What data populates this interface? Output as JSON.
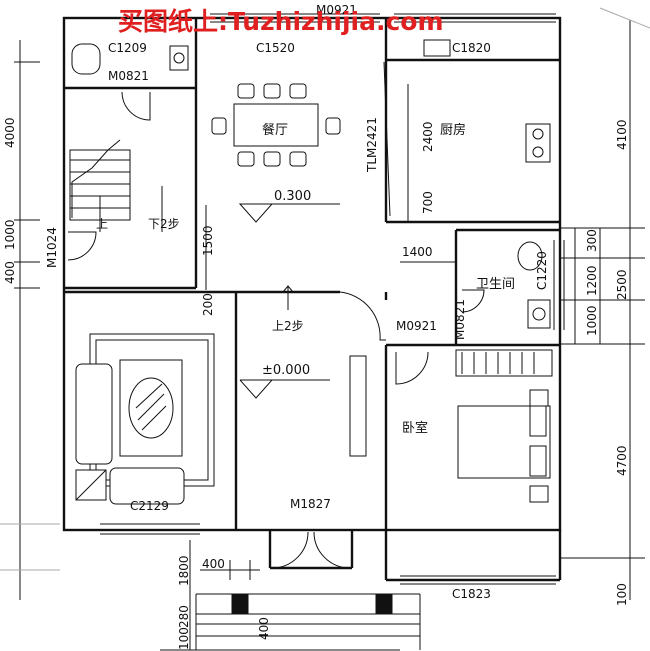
{
  "watermark": "买图纸上:Tuzhizhijia.com",
  "rooms": {
    "dining": "餐厅",
    "kitchen": "厨房",
    "bathroom": "卫生间",
    "bedroom": "卧室"
  },
  "codes": {
    "c1209": "C1209",
    "m0821_top": "M0821",
    "c1520": "C1520",
    "m0921_top": "M0921",
    "c1820": "C1820",
    "tlm2421": "TLM2421",
    "m1024": "M1024",
    "c1220": "C1220",
    "m0921_mid": "M0921",
    "m0821_bath": "M0821",
    "c2129": "C2129",
    "m1827": "M1827",
    "c1823": "C1823"
  },
  "notes": {
    "up": "上",
    "down2": "下2步",
    "up2": "上2步"
  },
  "levels": {
    "upper": "0.300",
    "ground": "±0.000"
  },
  "dims": {
    "left_4000": "4000",
    "left_1000": "1000",
    "left_400": "400",
    "kitchen_2400": "2400",
    "kitchen_700": "700",
    "mid_1500": "1500",
    "mid_200": "200",
    "bath_1400": "1400",
    "right_4100": "4100",
    "right_300": "300",
    "right_2500": "2500",
    "right_1200": "1200",
    "right_1000": "1000",
    "right_4700": "4700",
    "right_100": "100",
    "left_1800": "1800",
    "left_280": "280",
    "left_100": "100",
    "porch_400a": "400",
    "porch_400b": "400"
  }
}
